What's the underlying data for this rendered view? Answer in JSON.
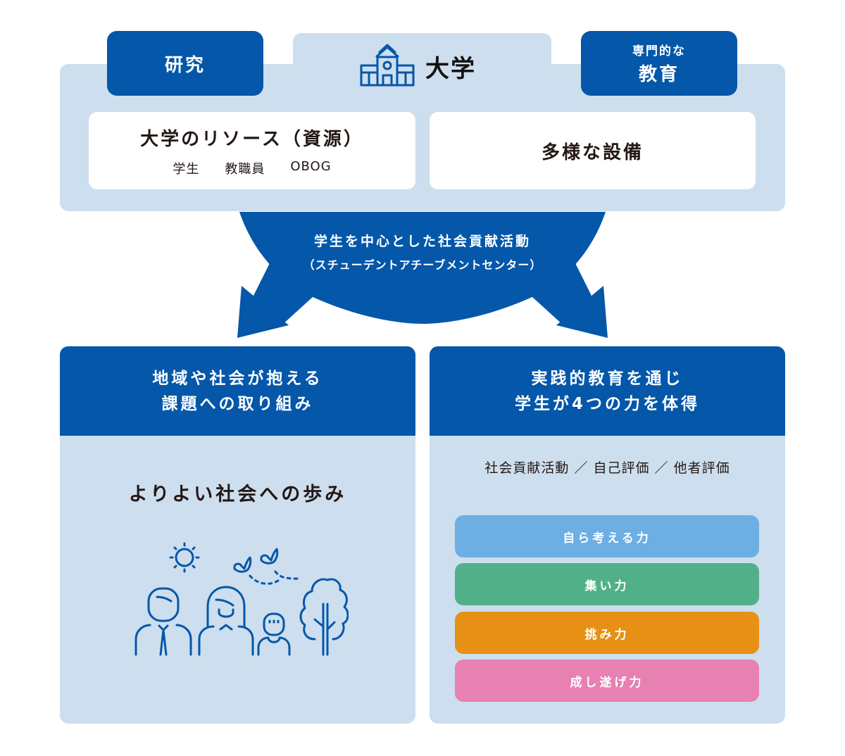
{
  "university": {
    "title": "大学",
    "icon": "school-building-icon",
    "research_tab": "研究",
    "education_tab": {
      "line1": "専門的な",
      "line2": "教育"
    },
    "resources_card": {
      "title": "大学のリソース（資源）",
      "items": [
        "学生",
        "教職員",
        "OBOG"
      ]
    },
    "facilities_card": {
      "title": "多様な設備"
    }
  },
  "center_activity": {
    "line1": "学生を中心とした社会貢献活動",
    "line2": "（スチューデントアチーブメントセンター）"
  },
  "left_panel": {
    "header": {
      "line1": "地域や社会が抱える",
      "line2": "課題への取り組み"
    },
    "main_text": "よりよい社会への歩み",
    "illustration": "people-nature-illustration"
  },
  "right_panel": {
    "header": {
      "line1": "実践的教育を通じ",
      "line2": "学生が4つの力を体得"
    },
    "subtitle": "社会貢献活動 ／ 自己評価 ／ 他者評価",
    "powers": [
      {
        "label": "自ら考える力",
        "color": "#6daee3"
      },
      {
        "label": "集い力",
        "color": "#52b088"
      },
      {
        "label": "挑み力",
        "color": "#e69115"
      },
      {
        "label": "成し遂げ力",
        "color": "#e681b1"
      }
    ]
  },
  "colors": {
    "primary_blue": "#0457a9",
    "light_blue_bg": "#cddeee",
    "text_dark": "#231815"
  }
}
